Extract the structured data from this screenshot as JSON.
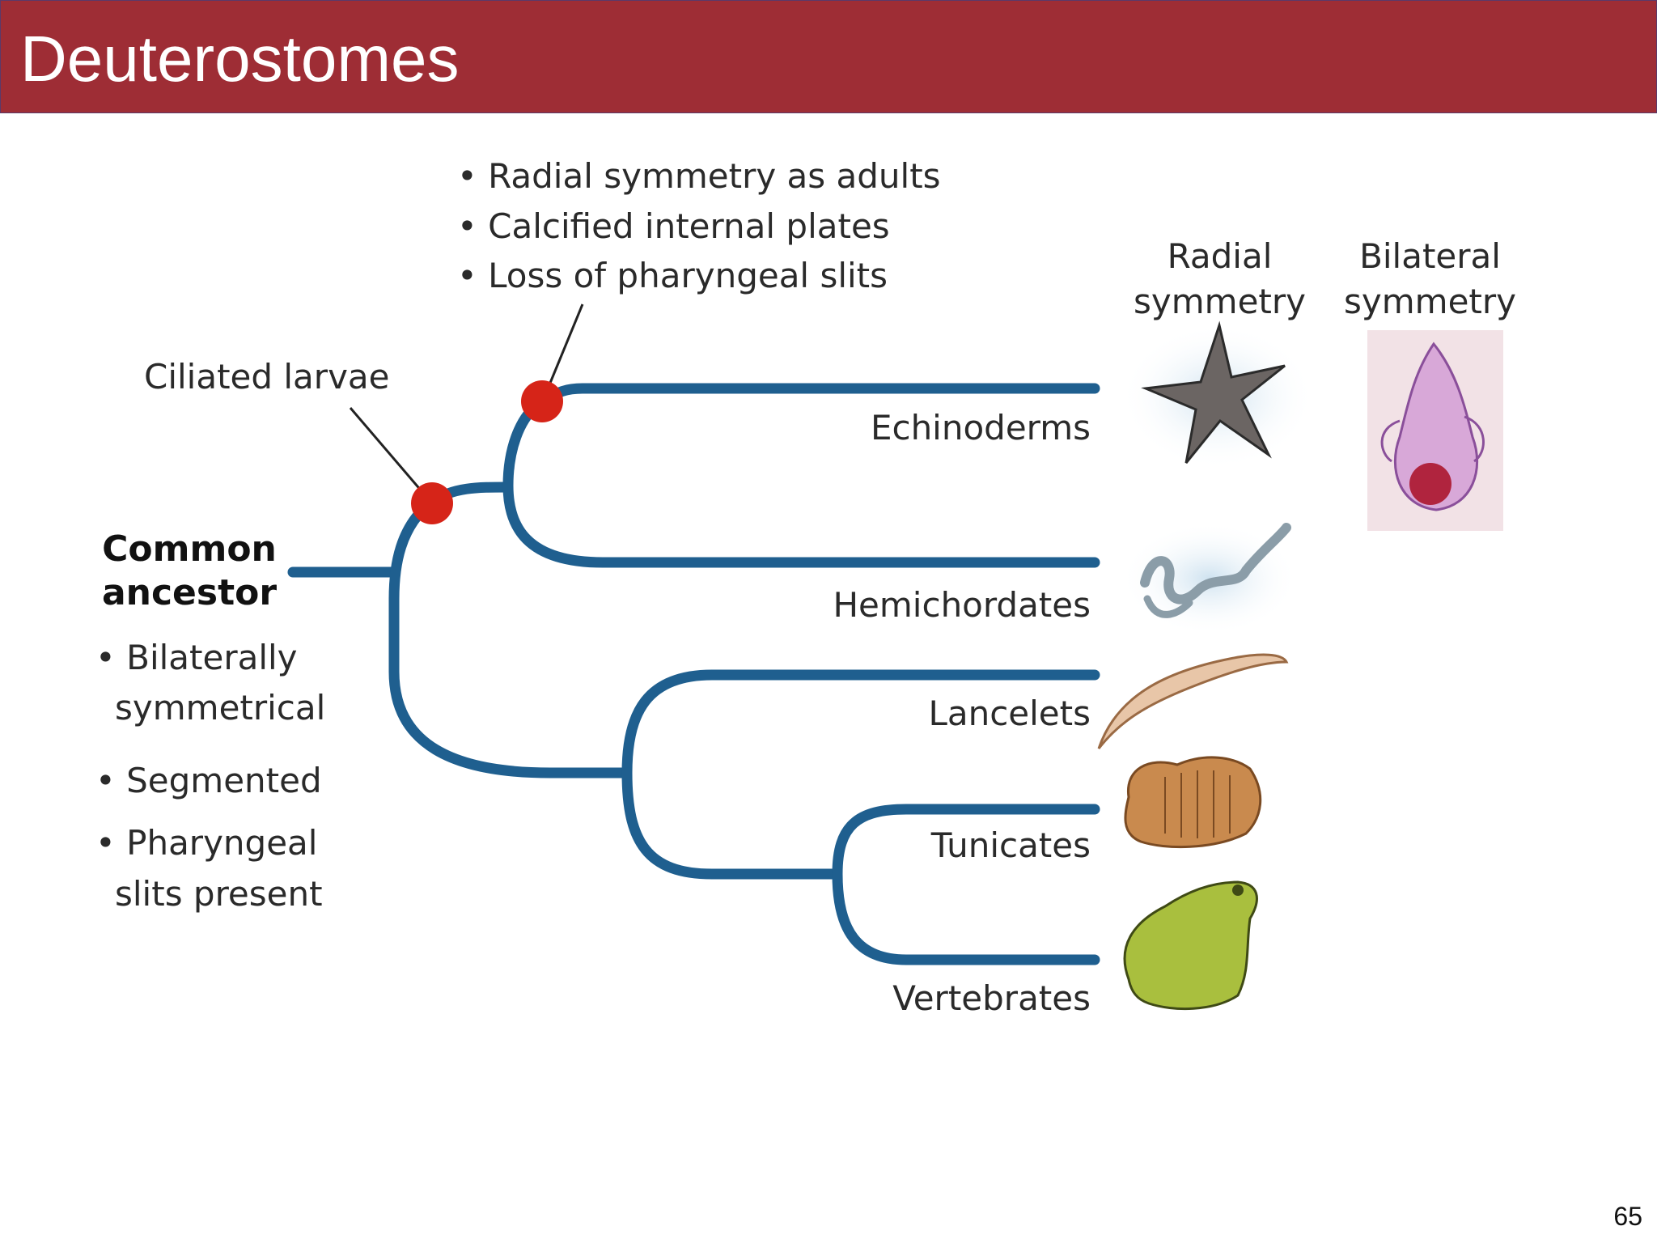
{
  "slide": {
    "title": "Deuterostomes",
    "page_number": "65"
  },
  "echinoderm_traits": [
    "Radial symmetry as adults",
    "Calcified internal plates",
    "Loss of pharyngeal slits"
  ],
  "node_labels": {
    "ciliated": "Ciliated larvae"
  },
  "ancestor": {
    "label_line1": "Common",
    "label_line2": "ancestor",
    "traits": [
      {
        "line1": "Bilaterally",
        "line2": "symmetrical"
      },
      {
        "line1": "Segmented",
        "line2": ""
      },
      {
        "line1": "Pharyngeal",
        "line2": "slits present"
      }
    ]
  },
  "taxa": [
    "Echinoderms",
    "Hemichordates",
    "Lancelets",
    "Tunicates",
    "Vertebrates"
  ],
  "symmetry_headers": {
    "radial_line1": "Radial",
    "radial_line2": "symmetry",
    "bilateral_line1": "Bilateral",
    "bilateral_line2": "symmetry"
  },
  "colors": {
    "header_bar": "#9e2d35",
    "branch": "#1f5f8f",
    "node": "#d62418"
  }
}
